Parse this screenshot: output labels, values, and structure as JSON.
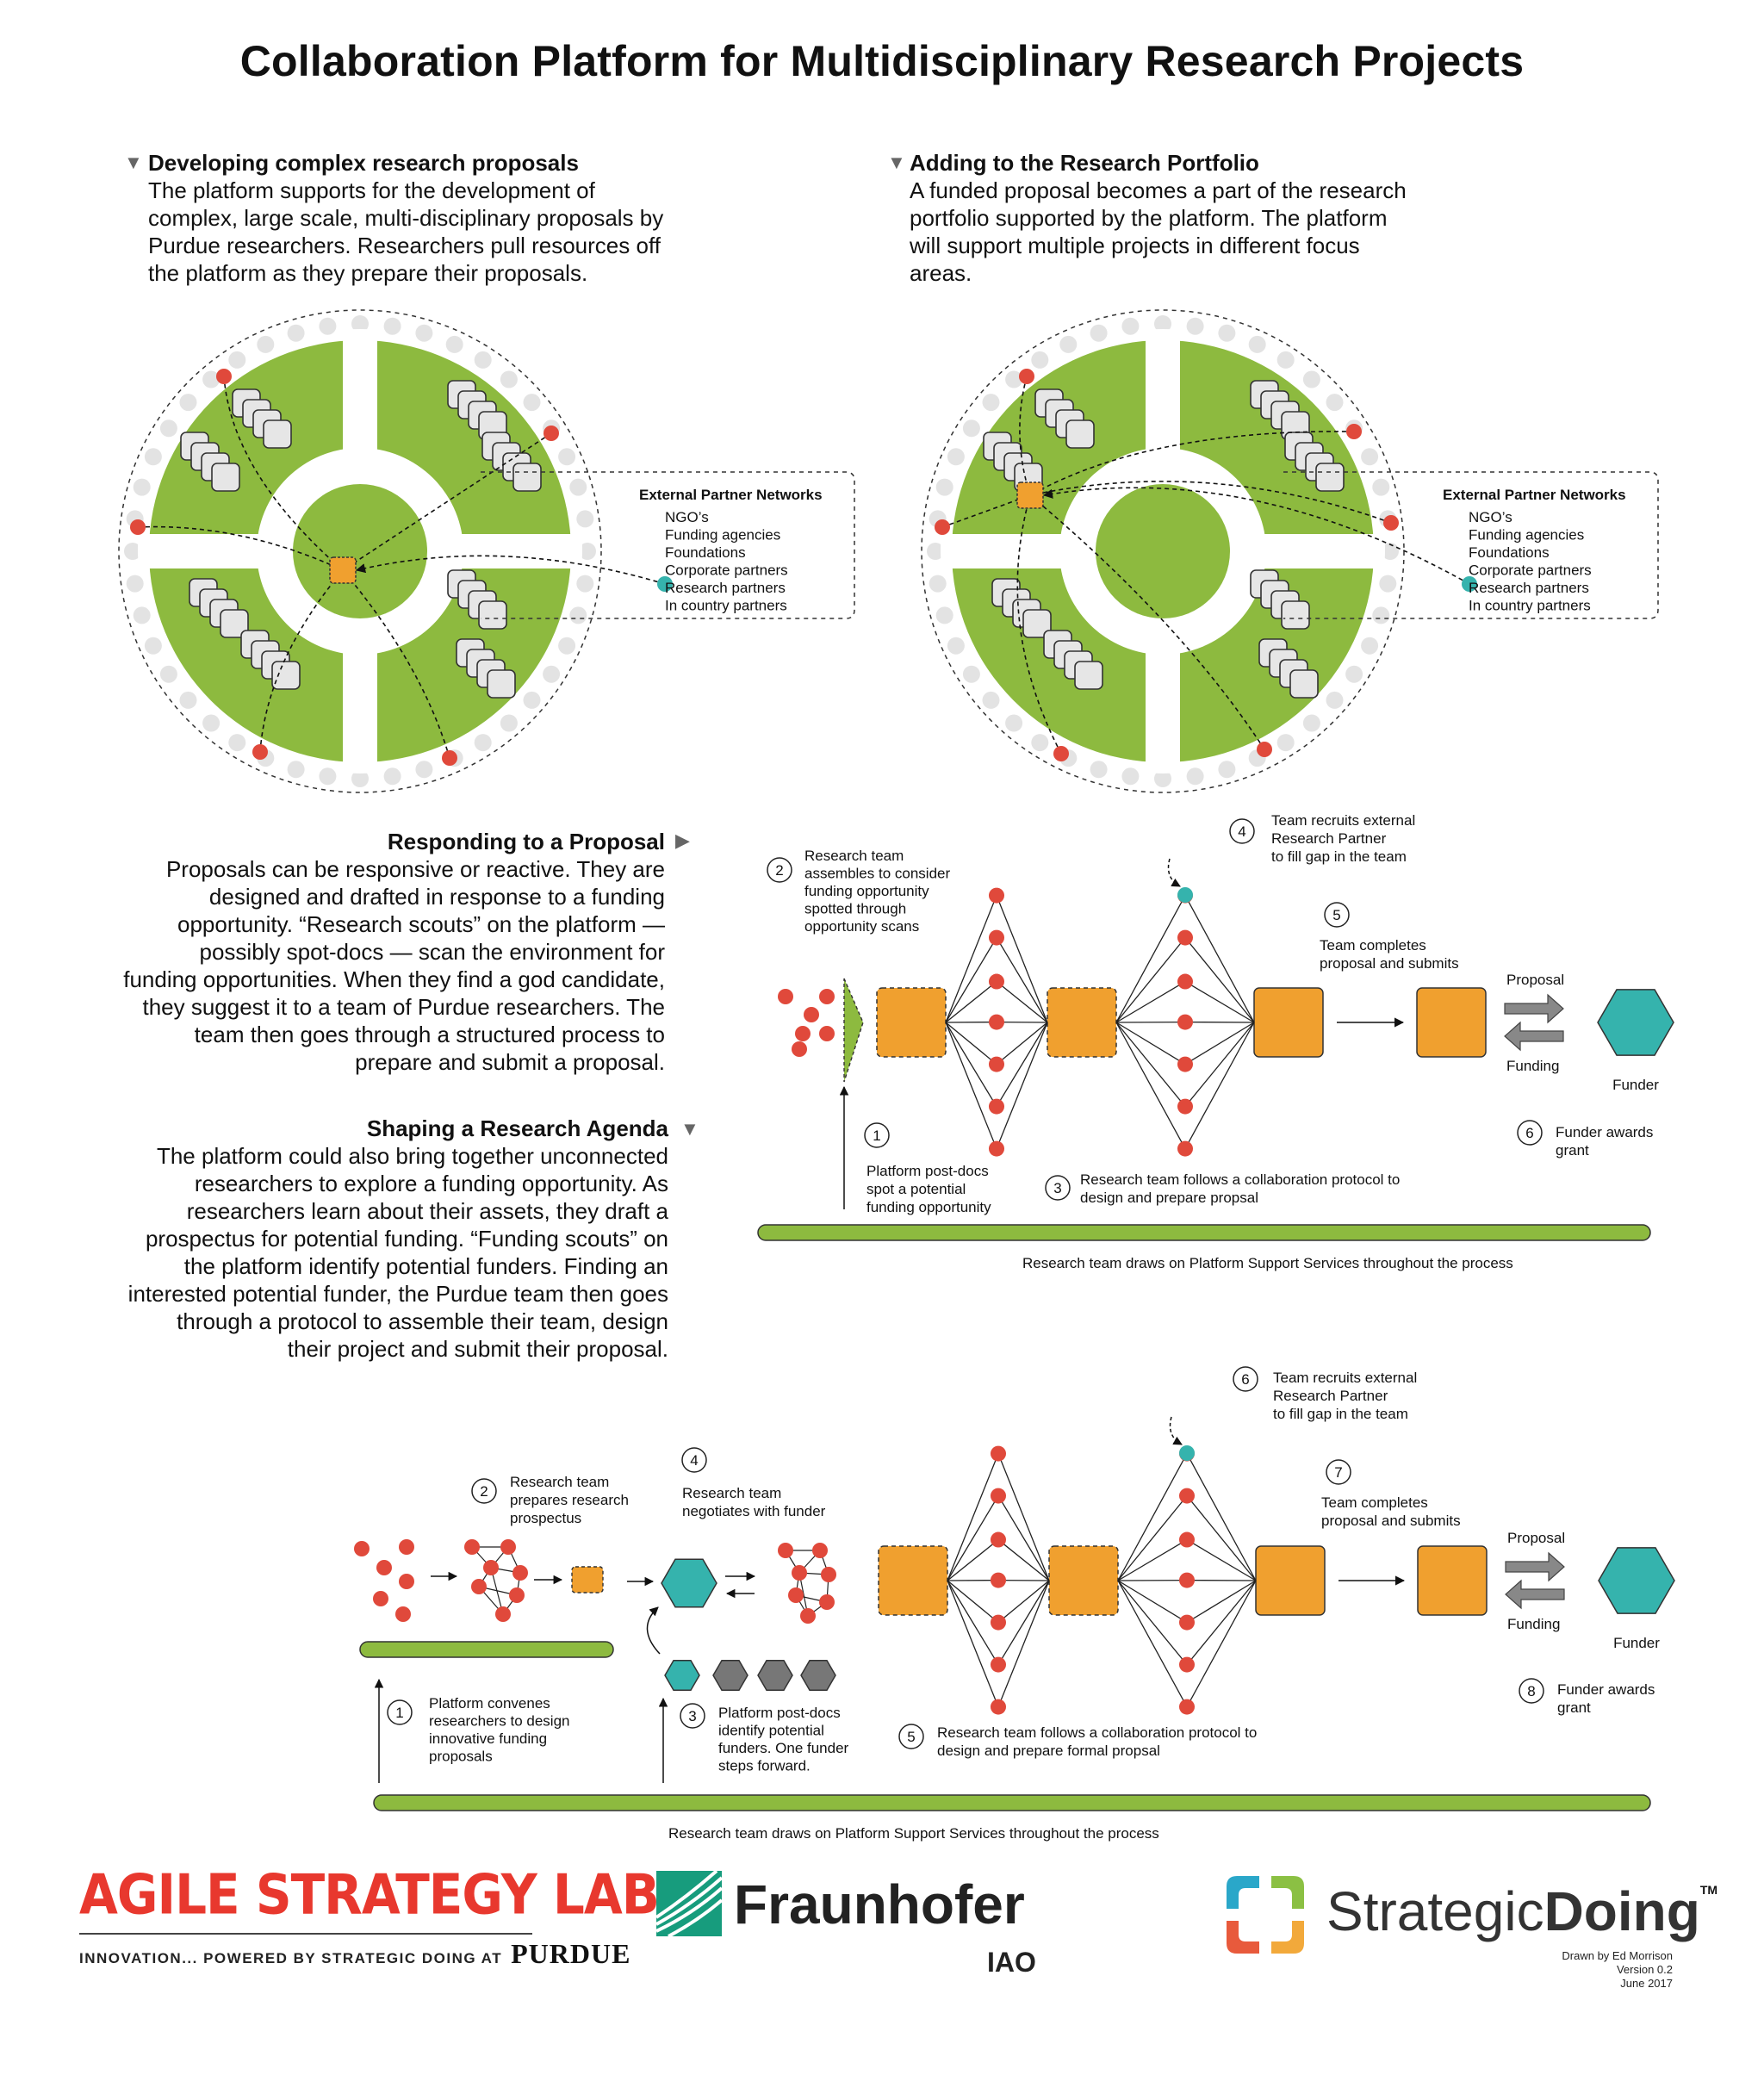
{
  "title": "Collaboration Platform for Multidisciplinary Research Projects",
  "sections": {
    "developing": {
      "heading": "Developing complex research proposals",
      "lines": [
        "The platform supports for the development of",
        "complex, large scale, multi-disciplinary proposals by",
        "Purdue researchers. Researchers pull resources off",
        "the platform as they prepare their proposals."
      ]
    },
    "portfolio": {
      "heading": "Adding to the Research Portfolio",
      "lines": [
        "A funded proposal becomes a part of the research",
        "portfolio supported by the platform. The platform",
        "will support multiple projects in different focus",
        "areas."
      ]
    },
    "responding": {
      "heading": "Responding to a Proposal",
      "lines": [
        "Proposals can be responsive or reactive. They are",
        "designed and drafted in response to a funding",
        "opportunity. “Research scouts” on the platform —",
        "possibly spot-docs — scan the environment for",
        "funding opportunities. When they find a god candidate,",
        "they suggest it to a team of Purdue researchers. The",
        "team then goes through a structured process to",
        "prepare and submit a proposal."
      ]
    },
    "shaping": {
      "heading": "Shaping a Research Agenda",
      "lines": [
        "The platform could also bring together unconnected",
        "researchers to explore a funding opportunity. As",
        "researchers learn about their assets, they draft a",
        "prospectus for potential funding. “Funding scouts” on",
        "the platform identify potential funders. Finding an",
        "interested potential funder, the Purdue team then goes",
        "through a  protocol to assemble their team, design",
        "their project and submit their proposal."
      ]
    }
  },
  "partner_box": {
    "title": "External Partner Networks",
    "items": [
      "NGO’s",
      "Funding agencies",
      "Foundations",
      "Corporate partners",
      "Research partners",
      "In country partners"
    ]
  },
  "flow1": {
    "steps": [
      {
        "num": "1",
        "lines": [
          "Platform post-docs",
          "spot a potential",
          "funding opportunity"
        ]
      },
      {
        "num": "2",
        "lines": [
          "Research team",
          "assembles to consider",
          "funding opportunity",
          "spotted through",
          "opportunity scans"
        ]
      },
      {
        "num": "3",
        "lines": [
          "Research team follows a collaboration protocol to",
          "design and prepare propsal"
        ]
      },
      {
        "num": "4",
        "lines": [
          "Team recruits external",
          "Research Partner",
          "to fill gap in the team"
        ]
      },
      {
        "num": "5",
        "lines": [
          "Team completes",
          "proposal and submits"
        ]
      },
      {
        "num": "6",
        "lines": [
          "Funder awards",
          "grant"
        ]
      }
    ],
    "proposal_label": "Proposal",
    "funding_label": "Funding",
    "funder_label": "Funder",
    "bar_caption": "Research team draws on Platform Support Services throughout the process"
  },
  "flow2": {
    "steps": [
      {
        "num": "1",
        "lines": [
          "Platform convenes",
          "researchers to design",
          "innovative funding",
          "proposals"
        ]
      },
      {
        "num": "2",
        "lines": [
          "Research team",
          "prepares research",
          "prospectus"
        ]
      },
      {
        "num": "3",
        "lines": [
          "Platform post-docs",
          "identify potential",
          "funders. One funder",
          "steps forward."
        ]
      },
      {
        "num": "4",
        "lines": [
          "Research team",
          "negotiates with funder"
        ]
      },
      {
        "num": "5",
        "lines": [
          "Research team follows a collaboration protocol to",
          "design and prepare formal propsal"
        ]
      },
      {
        "num": "6",
        "lines": [
          "Team recruits external",
          "Research Partner",
          "to fill gap in the team"
        ]
      },
      {
        "num": "7",
        "lines": [
          "Team completes",
          "proposal and submits"
        ]
      },
      {
        "num": "8",
        "lines": [
          "Funder awards",
          "grant"
        ]
      }
    ],
    "proposal_label": "Proposal",
    "funding_label": "Funding",
    "funder_label": "Funder",
    "bar_caption": "Research team draws on Platform Support Services throughout the process"
  },
  "footer": {
    "asl_logo": "AGILE STRATEGY LAB",
    "asl_sub": "INNOVATION... POWERED BY STRATEGIC DOING AT",
    "purdue": "PURDUE",
    "fraunhofer": "Fraunhofer",
    "iao": "IAO",
    "sd_strategic": "Strategic",
    "sd_doing": "Doing",
    "sd_tm": "TM",
    "credit": [
      "Drawn by Ed Morrison",
      "Version 0.2",
      "June 2017"
    ]
  },
  "colors": {
    "green": "#8dba3f",
    "orange": "#f0a02f",
    "red": "#e0493b",
    "teal": "#35b3ad",
    "gray": "#777777",
    "asl_red": "#e8382e"
  }
}
